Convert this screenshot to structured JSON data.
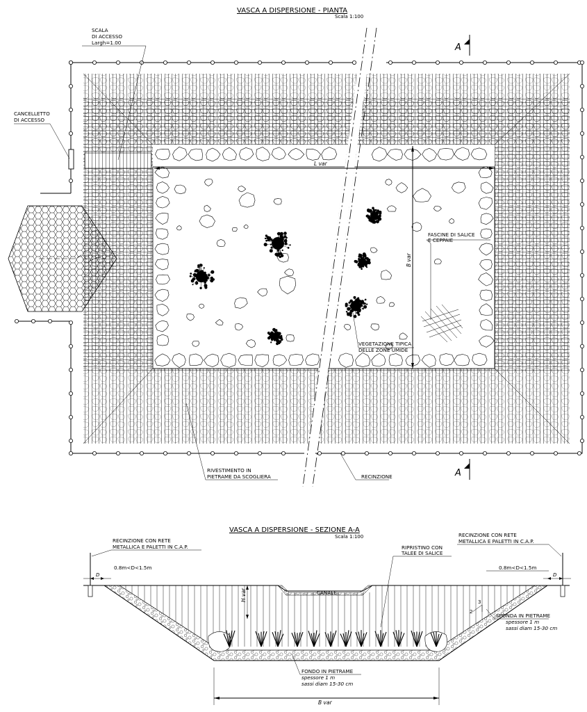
{
  "plan": {
    "title": "VASCA A DISPERSIONE - PIANTA",
    "scale": "Scala 1:100",
    "section_mark": "A",
    "labels": {
      "access_stair": [
        "SCALA",
        "DI ACCESSO",
        "Largh=1.00"
      ],
      "access_gate": [
        "CANCELLETTO",
        "DI ACCESSO"
      ],
      "length": "L var",
      "width": "B var",
      "willow": [
        "FASCINE DI SALICE",
        "E CEPPAIE"
      ],
      "vegetation": [
        "VEGETAZIONE TIPICA",
        "DELLE ZONE UMIDE"
      ],
      "stone_lining": [
        "RIVESTIMENTO IN",
        "PIETRAME DA SCOGLIERA"
      ],
      "fence": "RECINZIONE"
    }
  },
  "section": {
    "title": "VASCA A DISPERSIONE - SEZIONE A-A",
    "scale": "Scala 1:100",
    "labels": {
      "fence_left": [
        "RECINZIONE CON RETE",
        "METALLICA E PALETTI IN C.A.P."
      ],
      "fence_right": [
        "RECINZIONE CON RETE",
        "METALLICA E PALETTI IN C.A.P."
      ],
      "range_left": "0.8m<D<1.5m",
      "range_right": "0.8m<D<1.5m",
      "d_left": "D",
      "d_right": "D",
      "canal": "CANALE",
      "cuttings": [
        "RIPRISTINO CON",
        "TALEE DI SALICE"
      ],
      "h_var": "H var",
      "slope_v": "3",
      "slope_h": "2",
      "bank": [
        "SPONDA IN PIETRAME",
        "spessore 1 m",
        "sassi diam 15-30 cm"
      ],
      "bottom": [
        "FONDO IN PIETRAME",
        "spessore 1 m",
        "sassi diam 15-30 cm"
      ],
      "width": "B var"
    }
  }
}
